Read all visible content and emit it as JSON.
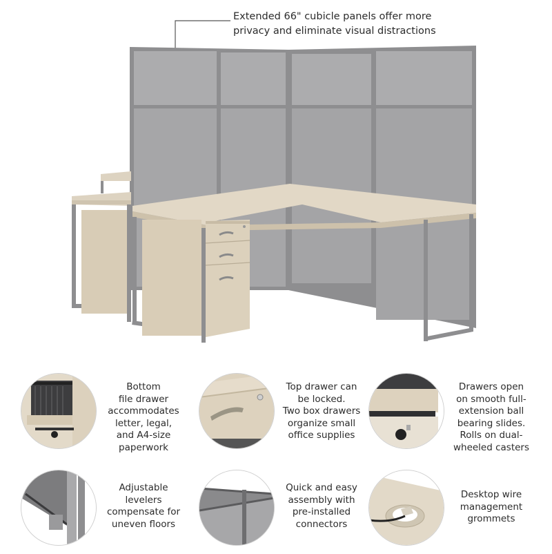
{
  "main_product": {
    "name": "L-shaped cubicle desk workstation with two mobile file cabinets",
    "colors": {
      "panel": "#a9a9ab",
      "frame": "#8e8e90",
      "wood": "#ddd3c1",
      "background": "#ffffff"
    }
  },
  "callout": {
    "lines": [
      "Extended 66\" cubicle panels offer more",
      "privacy and eliminate visual distractions"
    ]
  },
  "features": [
    {
      "id": "file-drawer",
      "image": "open file drawer with hanging folders",
      "lines": [
        "Bottom",
        "file drawer",
        "accommodates",
        "letter, legal,",
        "and A4-size",
        "paperwork"
      ]
    },
    {
      "id": "locking-drawer",
      "image": "drawer front with pull handle and lock",
      "lines": [
        "Top drawer can",
        "be locked.",
        "Two box drawers",
        "organize small",
        "office supplies"
      ]
    },
    {
      "id": "ball-bearing-slides",
      "image": "drawer slide and caster wheel",
      "lines": [
        "Drawers open",
        "on smooth full-",
        "extension ball",
        "bearing slides.",
        "Rolls on dual-",
        "wheeled casters"
      ]
    },
    {
      "id": "adjustable-levelers",
      "image": "panel foot leveler",
      "lines": [
        "Adjustable",
        "levelers",
        "compensate for",
        "uneven floors"
      ]
    },
    {
      "id": "quick-assembly",
      "image": "panel connector joint",
      "lines": [
        "Quick and easy",
        "assembly with",
        "pre-installed",
        "connectors"
      ]
    },
    {
      "id": "wire-grommets",
      "image": "desktop grommet with cable",
      "lines": [
        "Desktop wire",
        "management",
        "grommets"
      ]
    }
  ]
}
